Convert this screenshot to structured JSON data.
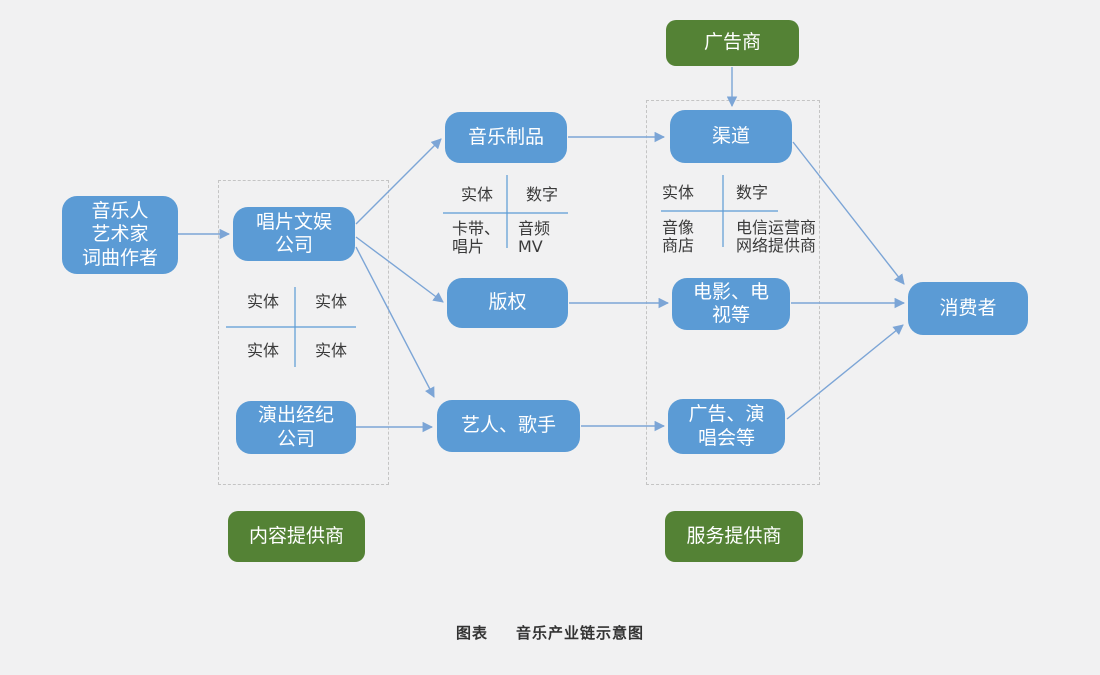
{
  "colors": {
    "background": "#F1F1F2",
    "box_blue": "#5B9BD5",
    "box_green": "#548235",
    "arrow_blue": "#7CA5D6",
    "divider_blue": "#5B9BD5",
    "dashed_border": "#C4C4C4",
    "table_text": "#3A3A3A"
  },
  "nodes": {
    "advertiser": {
      "label": "广告商"
    },
    "musician": {
      "label": "音乐人\n艺术家\n词曲作者"
    },
    "record_company": {
      "label": "唱片文娱\n公司"
    },
    "performance_agency": {
      "label": "演出经纪\n公司"
    },
    "music_products": {
      "label": "音乐制品"
    },
    "copyright": {
      "label": "版权"
    },
    "artists": {
      "label": "艺人、歌手"
    },
    "channel": {
      "label": "渠道"
    },
    "film_tv": {
      "label": "电影、电\n视等"
    },
    "ads_concerts": {
      "label": "广告、演\n唱会等"
    },
    "consumer": {
      "label": "消费者"
    },
    "content_provider": {
      "label": "内容提供商"
    },
    "service_provider": {
      "label": "服务提供商"
    }
  },
  "tables": {
    "company_matrix": {
      "cells": [
        "实体",
        "实体",
        "实体",
        "实体"
      ]
    },
    "music_products_matrix": {
      "cells": [
        "实体",
        "数字",
        "卡带、\n唱片",
        "音频\nMV"
      ]
    },
    "channel_matrix": {
      "cells": [
        "实体",
        "数字",
        "音像\n商店",
        "电信运营商\n网络提供商"
      ]
    }
  },
  "caption": {
    "prefix": "图表",
    "title": "音乐产业链示意图"
  }
}
